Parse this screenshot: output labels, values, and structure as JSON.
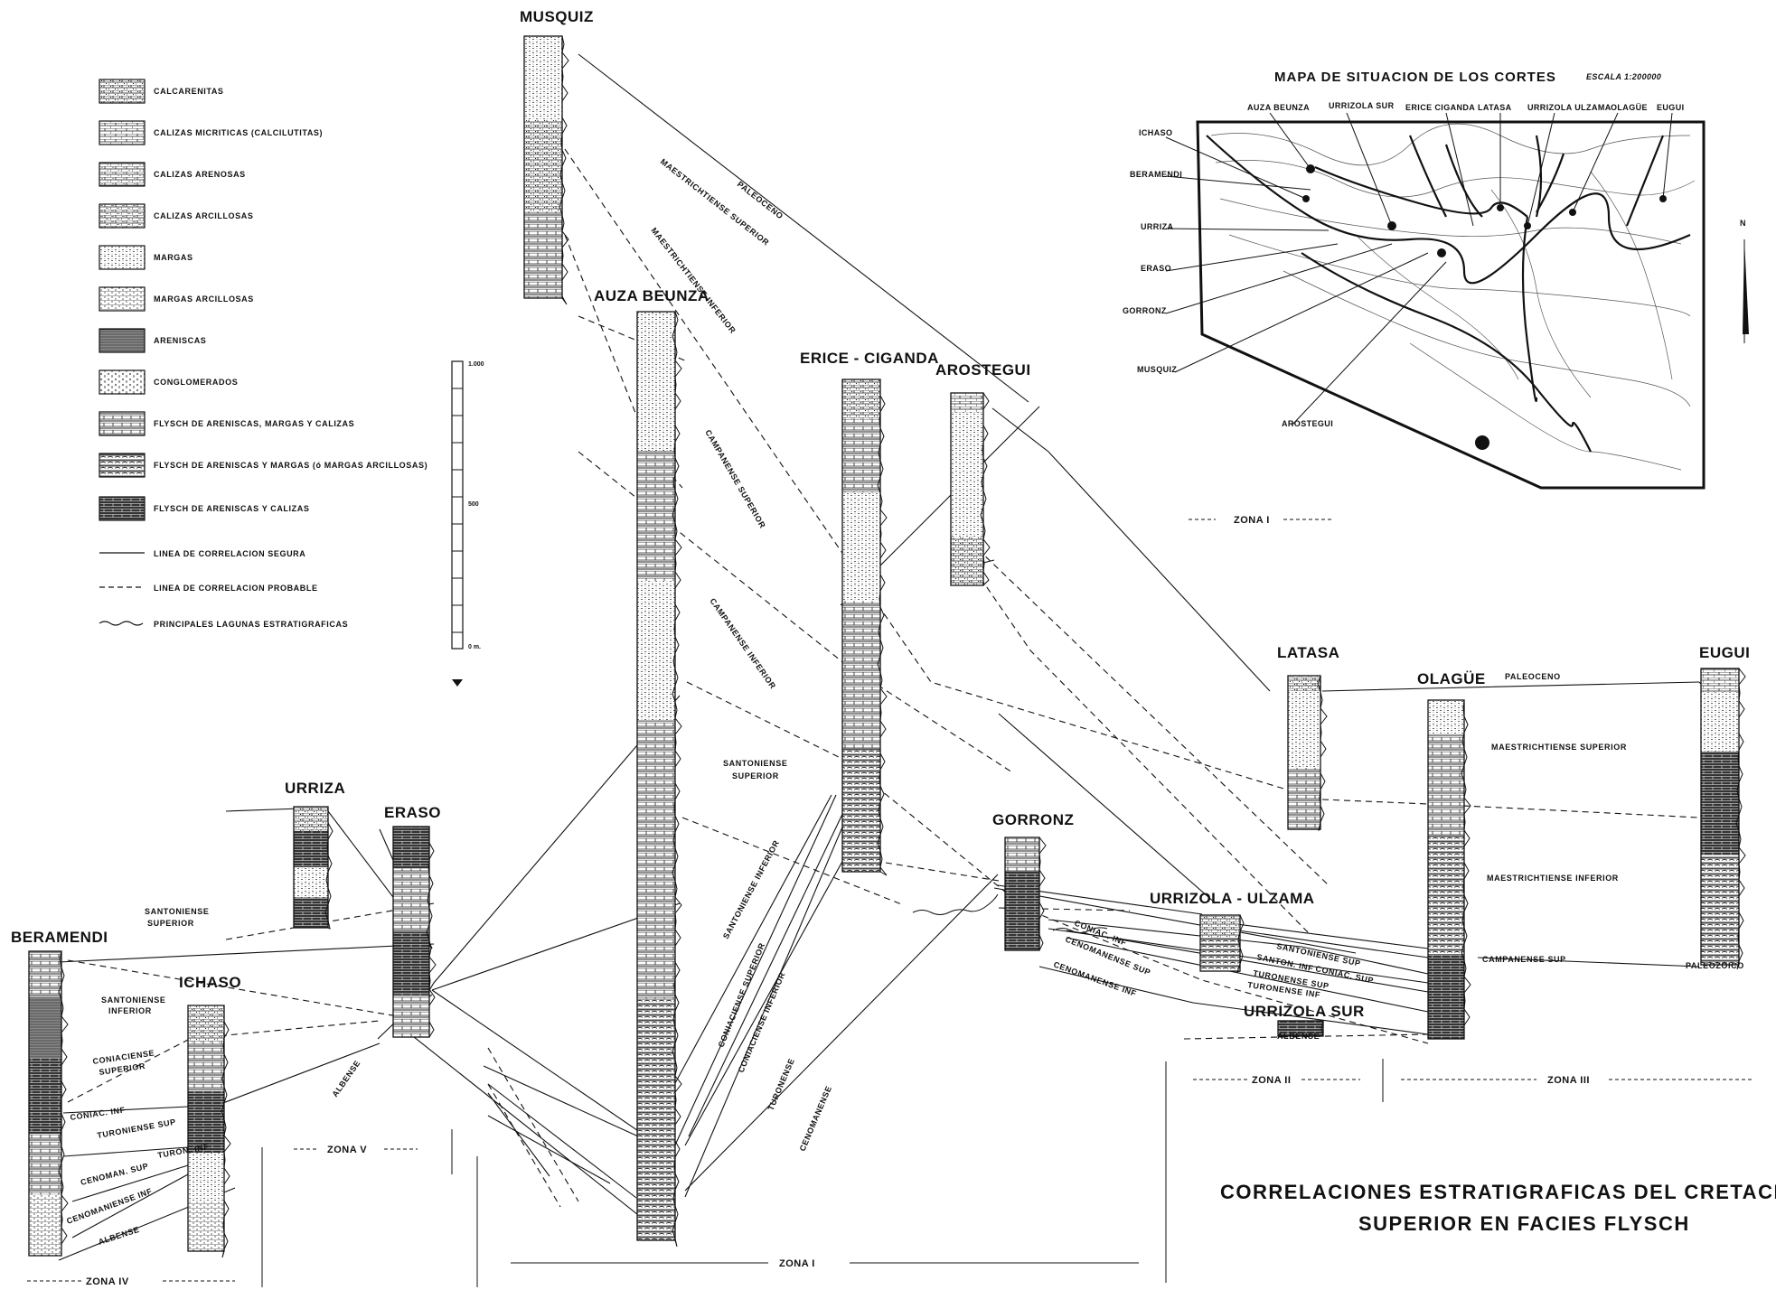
{
  "title": {
    "line1": "CORRELACIONES ESTRATIGRAFICAS DEL CRETACICO",
    "line2": "SUPERIOR EN FACIES FLYSCH"
  },
  "map": {
    "title": "MAPA DE SITUACION DE LOS CORTES",
    "scale": "ESCALA 1:200000",
    "north": "N",
    "top_labels": [
      "AUZA BEUNZA",
      "URRIZOLA SUR",
      "ERICE CIGANDA",
      "LATASA",
      "URRIZOLA ULZAMA",
      "OLAGÜE",
      "EUGUI"
    ],
    "left_labels": [
      "ICHASO",
      "BERAMENDI",
      "URRIZA",
      "ERASO",
      "GORRONZ",
      "MUSQUIZ",
      "AROSTEGUI"
    ]
  },
  "legend": [
    {
      "label": "CALCARENITAS",
      "pattern": "calcarenitas"
    },
    {
      "label": "CALIZAS MICRITICAS (CALCILUTITAS)",
      "pattern": "micriticas"
    },
    {
      "label": "CALIZAS ARENOSAS",
      "pattern": "arenosas"
    },
    {
      "label": "CALIZAS ARCILLOSAS",
      "pattern": "arcillosas"
    },
    {
      "label": "MARGAS",
      "pattern": "margas"
    },
    {
      "label": "MARGAS ARCILLOSAS",
      "pattern": "margasarc"
    },
    {
      "label": "ARENISCAS",
      "pattern": "areniscas"
    },
    {
      "label": "CONGLOMERADOS",
      "pattern": "conglomerados"
    },
    {
      "label": "FLYSCH DE ARENISCAS, MARGAS Y CALIZAS",
      "pattern": "flysch1"
    },
    {
      "label": "FLYSCH DE ARENISCAS Y MARGAS (ó MARGAS ARCILLOSAS)",
      "pattern": "flysch2"
    },
    {
      "label": "FLYSCH DE ARENISCAS Y CALIZAS",
      "pattern": "flysch3"
    },
    {
      "label": "LINEA DE CORRELACION SEGURA",
      "line": "solid"
    },
    {
      "label": "LINEA DE CORRELACION PROBABLE",
      "line": "dashed"
    },
    {
      "label": "PRINCIPALES LAGUNAS ESTRATIGRAFICAS",
      "line": "wavy"
    }
  ],
  "scale_bar": {
    "top": "1.000",
    "mid": "500",
    "bottom": "0 m."
  },
  "columns": [
    {
      "id": "musquiz",
      "name": "MUSQUIZ"
    },
    {
      "id": "auza",
      "name": "AUZA BEUNZA"
    },
    {
      "id": "erice",
      "name": "ERICE - CIGANDA"
    },
    {
      "id": "arostegui",
      "name": "AROSTEGUI"
    },
    {
      "id": "urriza",
      "name": "URRIZA"
    },
    {
      "id": "eraso",
      "name": "ERASO"
    },
    {
      "id": "beramendi",
      "name": "BERAMENDI"
    },
    {
      "id": "ichaso",
      "name": "ICHASO"
    },
    {
      "id": "gorronz",
      "name": "GORRONZ"
    },
    {
      "id": "urrizola_ulzama",
      "name": "URRIZOLA - ULZAMA"
    },
    {
      "id": "urrizola_sur",
      "name": "URRIZOLA SUR"
    },
    {
      "id": "latasa",
      "name": "LATASA"
    },
    {
      "id": "olague",
      "name": "OLAGÜE"
    },
    {
      "id": "eugui",
      "name": "EUGUI"
    }
  ],
  "units": {
    "paleoceno": "PALEOCENO",
    "maes_sup": "MAESTRICHTIENSE SUPERIOR",
    "maes_inf": "MAESTRICHTIENSE INFERIOR",
    "camp_sup": "CAMPANENSE SUPERIOR",
    "camp_inf": "CAMPANENSE INFERIOR",
    "sant_sup": "SANTONIENSE",
    "sant_sup2": "SUPERIOR",
    "sant_inf": "SANTONIENSE INFERIOR",
    "con_sup": "CONIACIENSE SUPERIOR",
    "con_inf": "CONIACIENSE INFERIOR",
    "turon": "TURONENSE",
    "ceno": "CENOMANENSE",
    "albense": "ALBENSE",
    "ber_sant_sup": "SANTONIENSE",
    "ber_sant_sup2": "SUPERIOR",
    "ber_sant_inf": "SANTONIENSE",
    "ber_sant_inf2": "INFERIOR",
    "ber_con_sup": "CONIACIENSE",
    "ber_con_sup2": "SUPERIOR",
    "ber_con_inf": "CONIAC. INF",
    "ber_turon_sup": "TURONIENSE SUP",
    "ber_ceno_sup": "CENOMAN. SUP",
    "ber_ceno_inf": "CENOMANIENSE INF",
    "ber_albense": "ALBENSE",
    "ber_turon_inf": "TURON. INF",
    "gor_coniac_inf": "CONIAC. INF",
    "gor_ceno_sup": "CENOMANENSE SUP",
    "gor_ceno_inf": "CENOMANENSE INF",
    "uz_sant_sup": "SANTONIENSE SUP",
    "uz_sant_inf": "SANTON. INF",
    "uz_coniac_sup": "CONIAC. SUP",
    "uz_turon_sup": "TURONENSE SUP",
    "uz_turon_inf": "TURONENSE INF",
    "uz_albense": "ALBENSE",
    "ola_paleoceno": "PALEOCENO",
    "ola_maes_sup": "MAESTRICHTIENSE SUPERIOR",
    "ola_maes_inf": "MAESTRICHTIENSE INFERIOR",
    "ola_camp_sup": "CAMPANENSE SUP",
    "eugui_paleozoico": "PALEOZOICO"
  },
  "zones": {
    "zona1_map": "ZONA I",
    "zona2": "ZONA II",
    "zona3": "ZONA III",
    "zona4": "ZONA IV",
    "zona5": "ZONA V",
    "zona1_bottom": "ZONA I"
  }
}
